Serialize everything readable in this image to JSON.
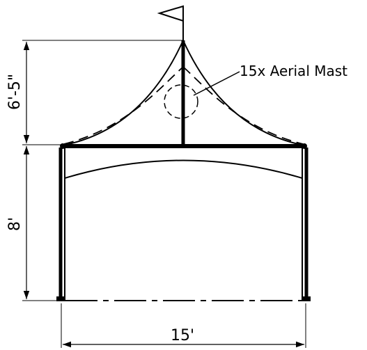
{
  "diagram": {
    "callout_label": "15x Aerial Mast",
    "roof_height_label": "6'-5\"",
    "wall_height_label": "8'",
    "width_label": "15'",
    "line_color": "#000000",
    "background_color": "#ffffff",
    "flag_icon": "flag-icon",
    "arrow_icon": "arrowhead-icon"
  }
}
